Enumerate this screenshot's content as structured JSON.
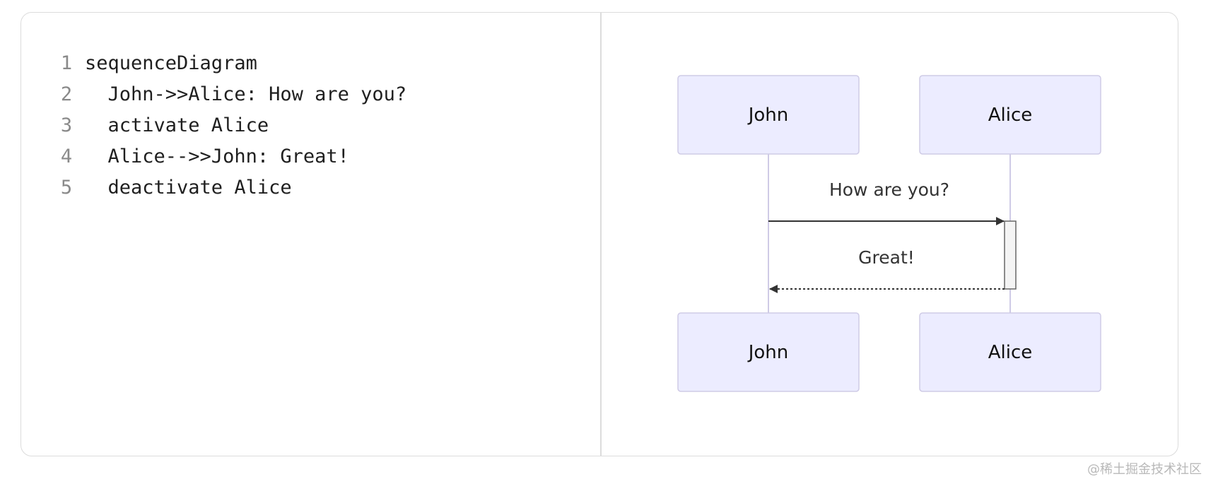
{
  "editor": {
    "lines": [
      {
        "number": "1",
        "text": "sequenceDiagram"
      },
      {
        "number": "2",
        "text": "  John->>Alice: How are you?"
      },
      {
        "number": "3",
        "text": "  activate Alice"
      },
      {
        "number": "4",
        "text": "  Alice-->>John: Great!"
      },
      {
        "number": "5",
        "text": "  deactivate Alice"
      }
    ]
  },
  "diagram": {
    "participants": [
      "John",
      "Alice"
    ],
    "messages": [
      {
        "from": "John",
        "to": "Alice",
        "text": "How are you?",
        "style": "solid"
      },
      {
        "from": "Alice",
        "to": "John",
        "text": "Great!",
        "style": "dashed"
      }
    ],
    "colors": {
      "actor_fill": "#ececff",
      "actor_stroke": "#cfcbe6",
      "lifeline": "#cfcbe6",
      "arrow": "#333333",
      "activation_fill": "#f4f4f4",
      "activation_stroke": "#666666"
    }
  },
  "watermark": "@稀土掘金技术社区"
}
